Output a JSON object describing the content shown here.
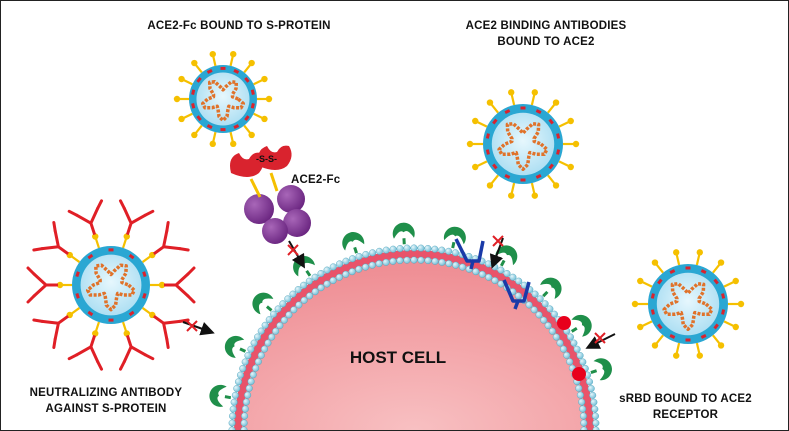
{
  "labels": {
    "ace2fc_title": "ACE2-Fc BOUND TO S-PROTEIN",
    "ace2_antibodies_line1": "ACE2 BINDING ANTIBODIES",
    "ace2_antibodies_line2": "BOUND TO ACE2",
    "ace2fc_tag": "ACE2-Fc",
    "disulfide": "-S-S-",
    "host_cell": "HOST CELL",
    "neutralizing_line1": "NEUTRALIZING ANTIBODY",
    "neutralizing_line2": "AGAINST S-PROTEIN",
    "srbd": "sRBD BOUND TO ACE2 RECEPTOR"
  },
  "colors": {
    "virus_envelope": "#2aa7d3",
    "virus_core": "#cfeefb",
    "rna_strand": "#e0722a",
    "spike_yellow": "#f5c000",
    "spike_red": "#d9232e",
    "antibody_red": "#e01f26",
    "ace2_receptor": "#1f8f4a",
    "fc_purple": "#7b2f8f",
    "membrane_blue": "#7fc6dc",
    "membrane_pink": "#e9536a",
    "host_cell_fill": "#f4a6aa",
    "srbd_red": "#e8001c",
    "blue_antibody": "#1a3aa8"
  }
}
